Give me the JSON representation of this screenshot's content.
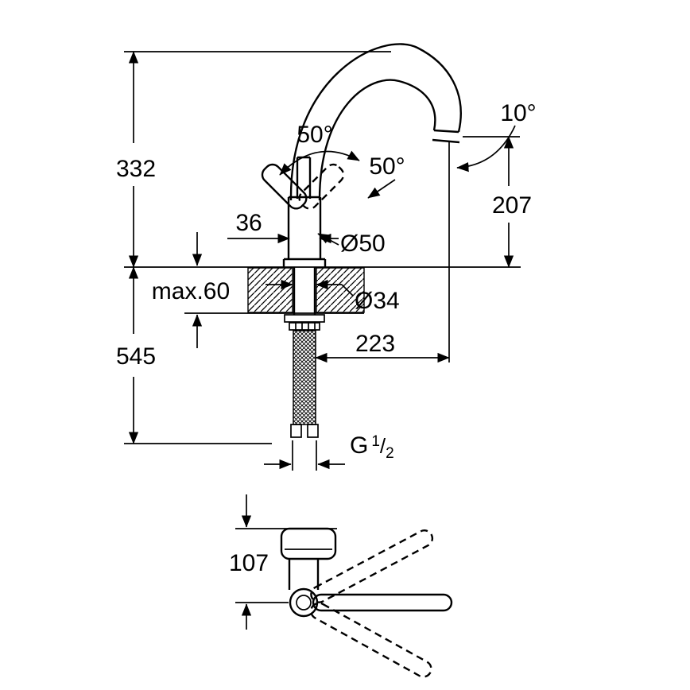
{
  "colors": {
    "line": "#000000",
    "background": "#ffffff"
  },
  "front_view": {
    "overall_height": "332",
    "below_counter_height": "545",
    "spout_outlet_height": "207",
    "spout_swivel_angle": "10°",
    "lever_swing_angle": "50°",
    "lever_tilt_angle": "50°",
    "lever_width": "36",
    "body_diameter": "Ø50",
    "max_counter_thickness": "max.60",
    "shank_diameter": "Ø34",
    "spout_reach": "223",
    "thread": {
      "letter": "G",
      "numerator": "1",
      "slash": "/",
      "denominator": "2"
    }
  },
  "top_view": {
    "handle_depth": "107"
  }
}
